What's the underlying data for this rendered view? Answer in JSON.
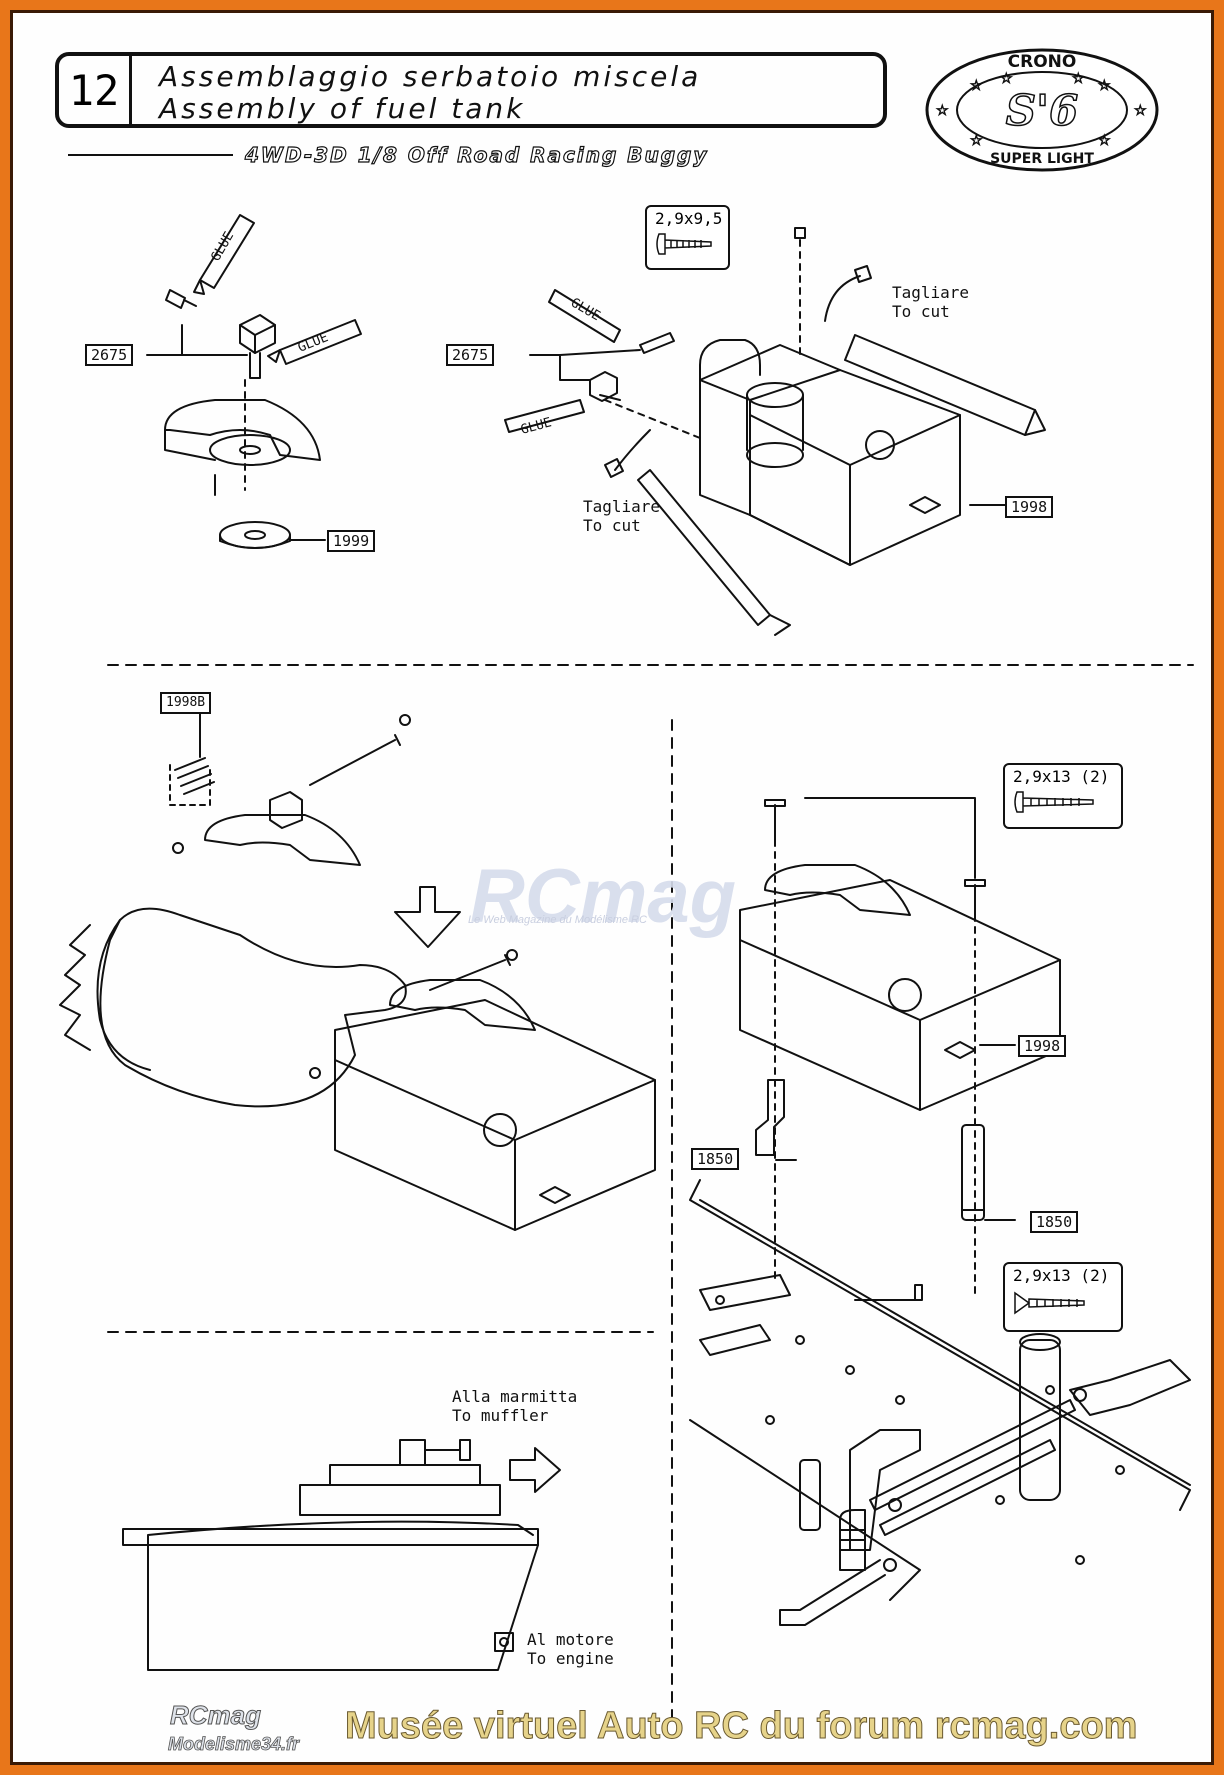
{
  "header": {
    "step_number": "12",
    "title_it": "Assemblaggio serbatoio miscela",
    "title_en": "Assembly of fuel tank",
    "subtitle": "4WD-3D 1/8 Off Road Racing Buggy"
  },
  "logo": {
    "top_text": "CRONO",
    "center_text": "S'6",
    "bottom_text": "SUPER LIGHT"
  },
  "panel1": {
    "glue_label": "GLUE",
    "part_2675": "2675",
    "part_1999": "1999"
  },
  "panel2": {
    "screw_spec": "2,9x9,5",
    "cut_it": "Tagliare",
    "cut_en": "To cut",
    "glue_label": "GLUE",
    "part_2675": "2675",
    "part_1998": "1998"
  },
  "panel3": {
    "part_1998b": "1998B"
  },
  "panel5": {
    "muffler_it": "Alla marmitta",
    "muffler_en": "To muffler",
    "engine_it": "Al motore",
    "engine_en": "To engine"
  },
  "panel4": {
    "screw_spec_top": "2,9x13 (2)",
    "screw_spec_bottom": "2,9x13 (2)",
    "part_1998": "1998",
    "part_1850_left": "1850",
    "part_1850_right": "1850"
  },
  "watermark": {
    "title": "RCmag",
    "subtitle": "Le Web Magazine du Modélisme RC"
  },
  "footer": {
    "logo": "RCmag",
    "logo_sub": "Modelisme34.fr",
    "caption": "Musée virtuel Auto RC du forum rcmag.com"
  }
}
